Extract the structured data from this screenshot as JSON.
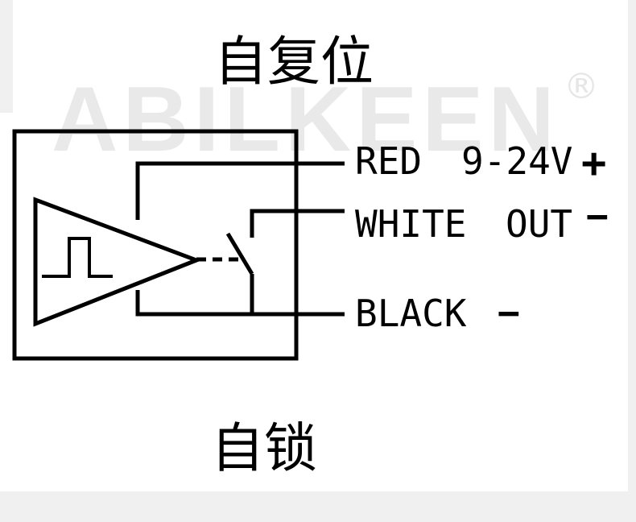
{
  "diagram": {
    "title_top": "自复位",
    "title_bottom": "自锁",
    "watermark": "ABILKEEN",
    "registered_mark": "®",
    "wires": [
      {
        "label": "RED",
        "value": "9-24V",
        "polarity": "+"
      },
      {
        "label": "WHITE",
        "value": "OUT",
        "polarity": "−"
      },
      {
        "label": "BLACK",
        "value": "",
        "polarity": "−"
      }
    ]
  }
}
